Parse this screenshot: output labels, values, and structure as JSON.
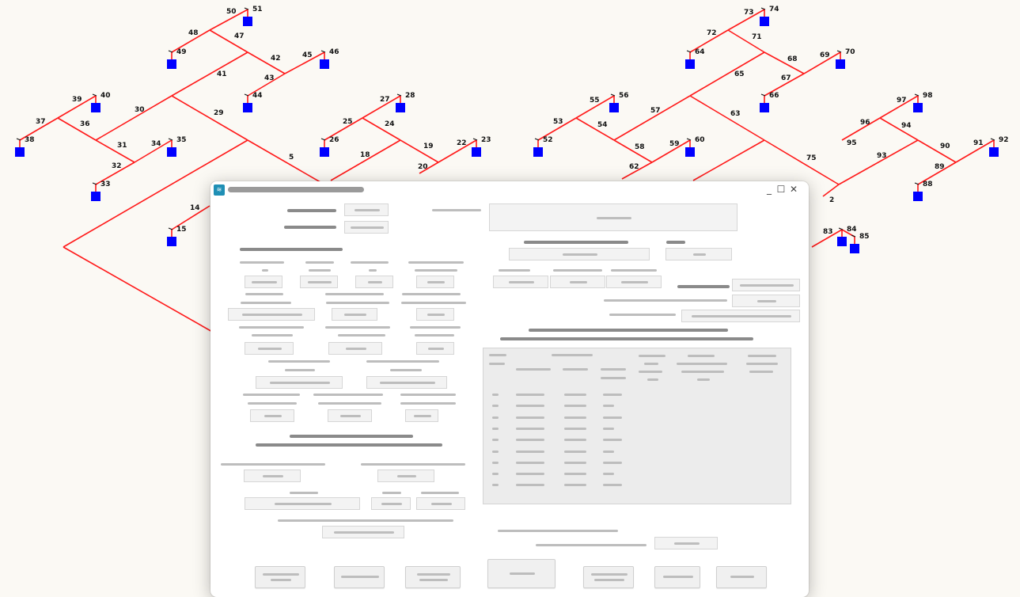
{
  "network": {
    "line_color": "#ff1a1a",
    "node_color": "#0000ff",
    "edge_labels": [
      "50",
      "48",
      "47",
      "42",
      "45",
      "41",
      "43",
      "39",
      "37",
      "36",
      "30",
      "31",
      "34",
      "32",
      "29",
      "27",
      "25",
      "24",
      "19",
      "22",
      "18",
      "20",
      "5",
      "14",
      "73",
      "72",
      "71",
      "68",
      "69",
      "65",
      "67",
      "55",
      "53",
      "54",
      "57",
      "63",
      "58",
      "59",
      "62",
      "97",
      "96",
      "94",
      "95",
      "90",
      "91",
      "93",
      "89",
      "75",
      "83",
      "2"
    ],
    "node_labels": [
      "51",
      "49",
      "46",
      "44",
      "40",
      "38",
      "35",
      "33",
      "28",
      "26",
      "23",
      "15",
      "74",
      "64",
      "70",
      "66",
      "56",
      "52",
      "60",
      "98",
      "92",
      "88",
      "84",
      "85"
    ]
  },
  "dialog": {
    "icon": "app-icon",
    "min_label": "_",
    "max_label": "☐",
    "close_label": "✕"
  }
}
